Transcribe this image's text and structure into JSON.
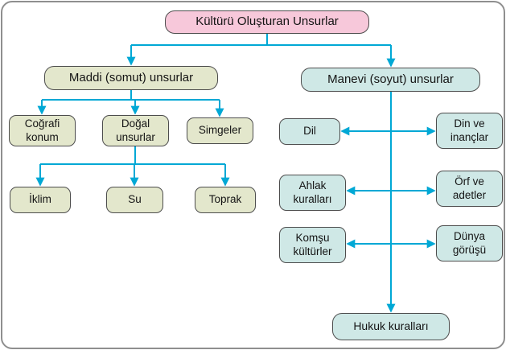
{
  "diagram": {
    "title": "Kültürü Oluşturan Unsurlar",
    "maddi": {
      "label": "Maddi (somut) unsurlar",
      "cografi_konum": "Coğrafi konum",
      "dogal_unsurlar": "Doğal unsurlar",
      "simgeler": "Simgeler",
      "iklim": "İklim",
      "su": "Su",
      "toprak": "Toprak"
    },
    "manevi": {
      "label": "Manevi (soyut) unsurlar",
      "dil": "Dil",
      "din_ve_inanclar": "Din ve inançlar",
      "ahlak_kurallari": "Ahlak kuralları",
      "orf_ve_adetler": "Örf ve adetler",
      "komsu_kulturler": "Komşu kültürler",
      "dunya_gorusu": "Dünya görüşü",
      "hukuk_kurallari": "Hukuk kuralları"
    },
    "colors": {
      "title_fill": "#f7c8da",
      "maddi_fill": "#e3e7cc",
      "manevi_fill": "#cfe8e6",
      "arrow": "#00a8d5",
      "node_border": "#4d4d4d",
      "frame_border": "#8f8f8f"
    }
  }
}
